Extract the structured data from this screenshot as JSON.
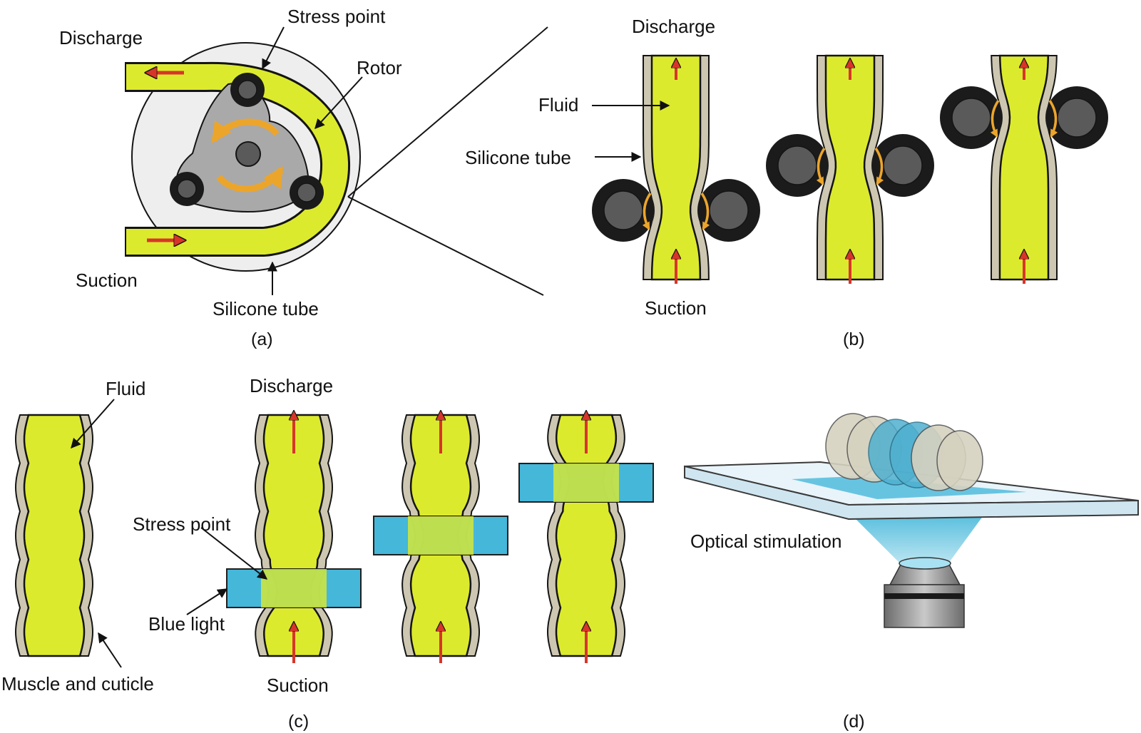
{
  "colors": {
    "fluid": "#dcea2e",
    "tube_wall": "#cdc7b2",
    "outline": "#141414",
    "flow_arrow": "#d8352a",
    "rotation_arrow": "#eca52b",
    "rotor": "#a9a9a9",
    "roller_body": "#1b1b1b",
    "roller_core": "#5a5a5a",
    "blue_light": "#3cb4d8",
    "pump_housing": "#eeeeee"
  },
  "panel_a": {
    "caption": "(a)",
    "labels": {
      "discharge": "Discharge",
      "stress_point": "Stress point",
      "rotor": "Rotor",
      "suction": "Suction",
      "silicone_tube": "Silicone tube"
    }
  },
  "panel_b": {
    "caption": "(b)",
    "labels": {
      "discharge": "Discharge",
      "fluid": "Fluid",
      "silicone_tube": "Silicone tube",
      "suction": "Suction"
    }
  },
  "panel_c": {
    "caption": "(c)",
    "labels": {
      "fluid": "Fluid",
      "discharge": "Discharge",
      "stress_point": "Stress point",
      "blue_light": "Blue light",
      "muscle_and_cuticle": "Muscle and cuticle",
      "suction": "Suction"
    }
  },
  "panel_d": {
    "caption": "(d)",
    "labels": {
      "optical_stimulation": "Optical stimulation"
    }
  }
}
